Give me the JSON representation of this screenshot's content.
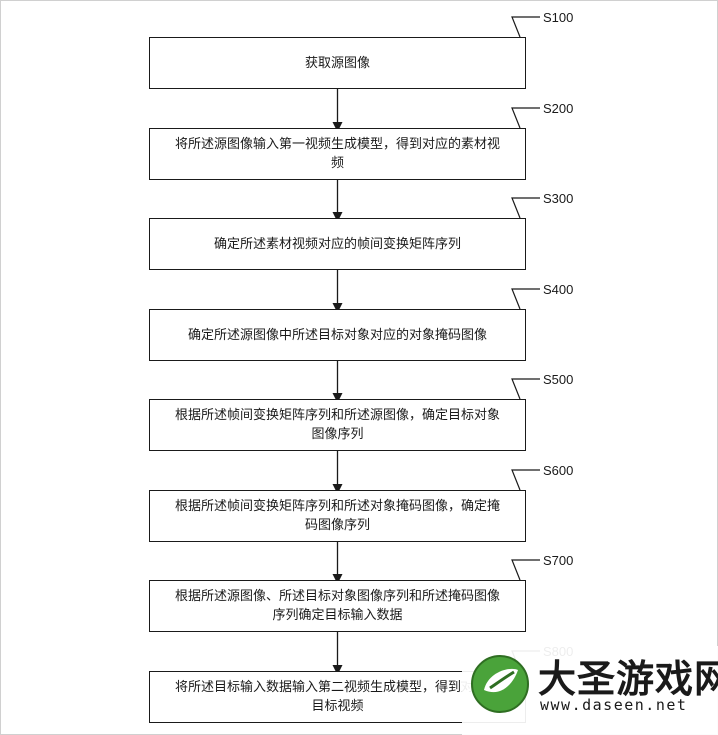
{
  "steps": [
    {
      "id": "S100",
      "text": "获取源图像"
    },
    {
      "id": "S200",
      "text": "将所述源图像输入第一视频生成模型，得到对应的素材视频"
    },
    {
      "id": "S300",
      "text": "确定所述素材视频对应的帧间变换矩阵序列"
    },
    {
      "id": "S400",
      "text": "确定所述源图像中所述目标对象对应的对象掩码图像"
    },
    {
      "id": "S500",
      "text": "根据所述帧间变换矩阵序列和所述源图像，确定目标对象图像序列"
    },
    {
      "id": "S600",
      "text": "根据所述帧间变换矩阵序列和所述对象掩码图像，确定掩码图像序列"
    },
    {
      "id": "S700",
      "text": "根据所述源图像、所述目标对象图像序列和所述掩码图像序列确定目标输入数据"
    },
    {
      "id": "S800",
      "text": "将所述目标输入数据输入第二视频生成模型，得到目标视频"
    }
  ],
  "step_lines": [
    [
      "获取源图像"
    ],
    [
      "将所述源图像输入第一视频生成模型，得到对应的素材视",
      "频"
    ],
    [
      "确定所述素材视频对应的帧间变换矩阵序列"
    ],
    [
      "确定所述源图像中所述目标对象对应的对象掩码图像"
    ],
    [
      "根据所述帧间变换矩阵序列和所述源图像，确定目标对象",
      "图像序列"
    ],
    [
      "根据所述帧间变换矩阵序列和所述对象掩码图像，确定掩",
      "码图像序列"
    ],
    [
      "根据所述源图像、所述目标对象图像序列和所述掩码图像",
      "序列确定目标输入数据"
    ],
    [
      "将所述目标输入数据输入第二视频生成模型，得到对应的",
      "目标视频"
    ]
  ],
  "watermark": {
    "title": "大圣游戏网",
    "url": "www.daseen.net"
  },
  "colors": {
    "line": "#1a1a1a",
    "logo_green": "#4aa33a",
    "logo_dark": "#2f6e22"
  }
}
